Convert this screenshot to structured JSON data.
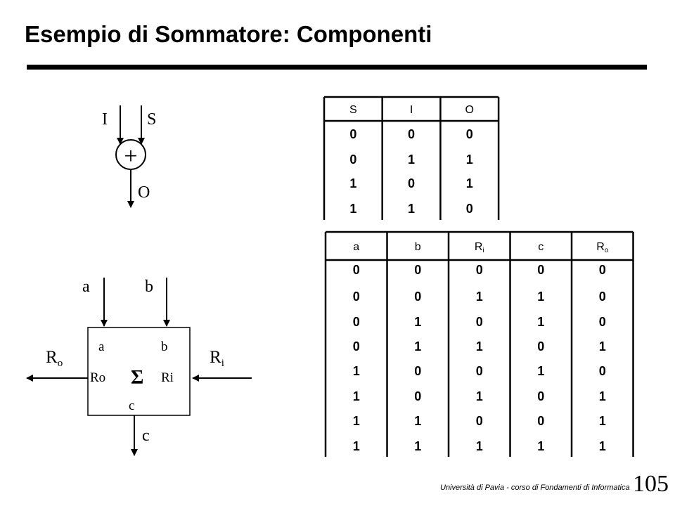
{
  "slide": {
    "title": "Esempio di Sommatore: Componenti",
    "footer": "Università di Pavia - corso di Fondamenti di Informatica",
    "page_number": "105"
  },
  "adder": {
    "input_i": "I",
    "input_s": "S",
    "operator": "+",
    "output_o": "O"
  },
  "full_adder": {
    "input_a": "a",
    "input_b": "b",
    "port_a": "a",
    "port_b": "b",
    "port_ro": "Ro",
    "port_ri": "Ri",
    "symbol": "Σ",
    "port_c": "c",
    "output_c": "c",
    "carry_out_main": "R",
    "carry_out_sub": "o",
    "carry_in_main": "R",
    "carry_in_sub": "i"
  },
  "table1": {
    "headers": [
      "S",
      "I",
      "O"
    ],
    "rows": [
      [
        "0",
        "0",
        "0"
      ],
      [
        "0",
        "1",
        "1"
      ],
      [
        "1",
        "0",
        "1"
      ],
      [
        "1",
        "1",
        "0"
      ]
    ]
  },
  "table2": {
    "headers": [
      {
        "main": "a",
        "sub": ""
      },
      {
        "main": "b",
        "sub": ""
      },
      {
        "main": "R",
        "sub": "i"
      },
      {
        "main": "c",
        "sub": ""
      },
      {
        "main": "R",
        "sub": "o"
      }
    ],
    "rows": [
      [
        "0",
        "0",
        "0",
        "0",
        "0"
      ],
      [
        "0",
        "0",
        "1",
        "1",
        "0"
      ],
      [
        "0",
        "1",
        "0",
        "1",
        "0"
      ],
      [
        "0",
        "1",
        "1",
        "0",
        "1"
      ],
      [
        "1",
        "0",
        "0",
        "1",
        "0"
      ],
      [
        "1",
        "0",
        "1",
        "0",
        "1"
      ],
      [
        "1",
        "1",
        "0",
        "0",
        "1"
      ],
      [
        "1",
        "1",
        "1",
        "1",
        "1"
      ]
    ]
  }
}
